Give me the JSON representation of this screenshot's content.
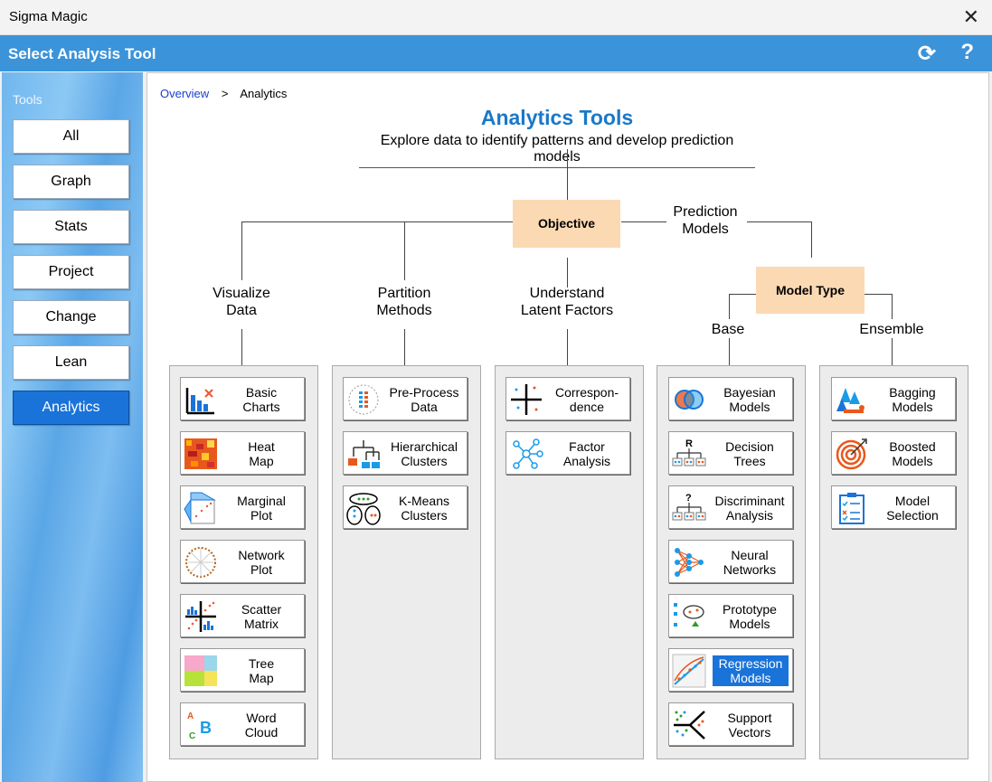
{
  "window": {
    "title": "Sigma Magic",
    "close_icon": "close-icon"
  },
  "header": {
    "title": "Select Analysis Tool",
    "refresh_icon": "refresh-icon",
    "help_icon": "?"
  },
  "sidebar": {
    "label": "Tools",
    "items": [
      {
        "label": "All"
      },
      {
        "label": "Graph"
      },
      {
        "label": "Stats"
      },
      {
        "label": "Project"
      },
      {
        "label": "Change"
      },
      {
        "label": "Lean"
      },
      {
        "label": "Analytics",
        "active": true
      }
    ]
  },
  "breadcrumb": {
    "root": "Overview",
    "sep": ">",
    "current": "Analytics"
  },
  "diagram": {
    "title": "Analytics Tools",
    "subtitle": "Explore data to identify patterns and develop prediction models",
    "objective": "Objective",
    "prediction": "Prediction\nModels",
    "model_type": "Model Type",
    "base": "Base",
    "ensemble": "Ensemble",
    "visualize": "Visualize\nData",
    "partition": "Partition\nMethods",
    "latent": "Understand\nLatent Factors"
  },
  "columns": {
    "visualize": [
      {
        "label": "Basic\nCharts",
        "icon": "bar-chart-icon"
      },
      {
        "label": "Heat\nMap",
        "icon": "heatmap-icon"
      },
      {
        "label": "Marginal\nPlot",
        "icon": "marginal-plot-icon"
      },
      {
        "label": "Network\nPlot",
        "icon": "network-circle-icon"
      },
      {
        "label": "Scatter\nMatrix",
        "icon": "scatter-matrix-icon"
      },
      {
        "label": "Tree\nMap",
        "icon": "treemap-icon"
      },
      {
        "label": "Word\nCloud",
        "icon": "word-cloud-icon"
      }
    ],
    "partition": [
      {
        "label": "Pre-Process\nData",
        "icon": "preprocess-icon"
      },
      {
        "label": "Hierarchical\nClusters",
        "icon": "dendrogram-icon"
      },
      {
        "label": "K-Means\nClusters",
        "icon": "kmeans-icon"
      }
    ],
    "latent": [
      {
        "label": "Correspon-\ndence",
        "icon": "correspondence-icon"
      },
      {
        "label": "Factor\nAnalysis",
        "icon": "factor-network-icon"
      }
    ],
    "base": [
      {
        "label": "Bayesian\nModels",
        "icon": "bayesian-icon"
      },
      {
        "label": "Decision\nTrees",
        "icon": "decision-tree-icon"
      },
      {
        "label": "Discriminant\nAnalysis",
        "icon": "discriminant-icon"
      },
      {
        "label": "Neural\nNetworks",
        "icon": "neural-network-icon"
      },
      {
        "label": "Prototype\nModels",
        "icon": "prototype-icon"
      },
      {
        "label": "Regression\nModels",
        "icon": "regression-icon",
        "selected": true
      },
      {
        "label": "Support\nVectors",
        "icon": "support-vector-icon"
      }
    ],
    "ensemble": [
      {
        "label": "Bagging\nModels",
        "icon": "bagging-icon"
      },
      {
        "label": "Boosted\nModels",
        "icon": "boosted-target-icon"
      },
      {
        "label": "Model\nSelection",
        "icon": "model-selection-icon"
      }
    ]
  },
  "colors": {
    "header": "#3b93d9",
    "accent": "#1a73d8",
    "title": "#1a78c8",
    "box": "#fbd9b3"
  }
}
